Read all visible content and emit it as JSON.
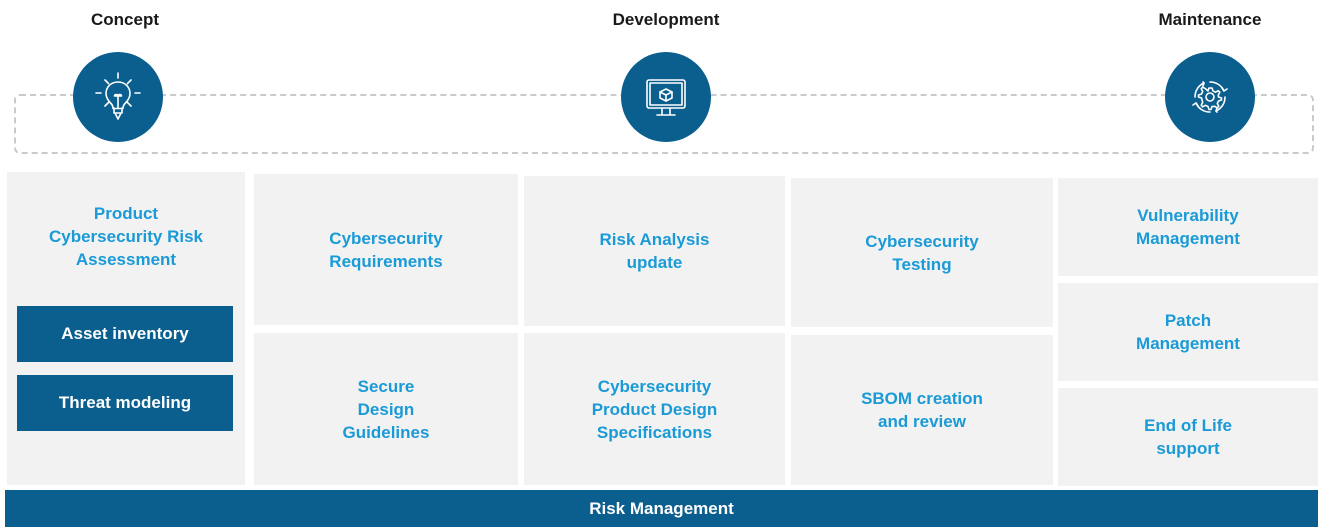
{
  "phases": {
    "concept": {
      "label": "Concept",
      "icon": "lightbulb-icon"
    },
    "development": {
      "label": "Development",
      "icon": "monitor-icon"
    },
    "maintenance": {
      "label": "Maintenance",
      "icon": "gear-cycle-icon"
    }
  },
  "concept_card": {
    "title_lines": [
      "Product",
      "Cybersecurity Risk",
      "Assessment"
    ],
    "sub_items": [
      "Asset inventory",
      "Threat modeling"
    ]
  },
  "cards": {
    "cyber_requirements": [
      "Cybersecurity",
      "Requirements"
    ],
    "secure_design": [
      "Secure",
      "Design",
      "Guidelines"
    ],
    "risk_analysis": [
      "Risk Analysis",
      "update"
    ],
    "design_specs": [
      "Cybersecurity",
      "Product Design",
      "Specifications"
    ],
    "cyber_testing": [
      "Cybersecurity",
      "Testing"
    ],
    "sbom": [
      "SBOM creation",
      "and review"
    ],
    "vuln_mgmt": [
      "Vulnerability",
      "Management"
    ],
    "patch_mgmt": [
      "Patch",
      "Management"
    ],
    "eol": [
      "End of Life",
      "support"
    ]
  },
  "banner": {
    "label": "Risk Management"
  },
  "colors": {
    "primary": "#0a5f8f",
    "accent": "#1a9ad6",
    "card_bg": "#f2f2f2",
    "dash": "#c8cbce"
  }
}
